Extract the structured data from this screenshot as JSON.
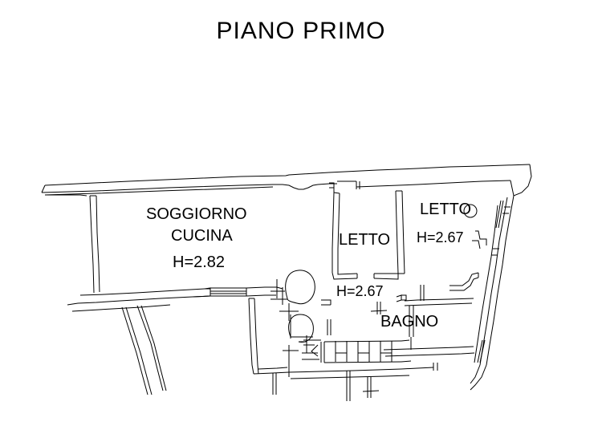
{
  "document": {
    "title": "PIANO PRIMO",
    "type": "floor-plan",
    "background_color": "#ffffff",
    "line_color": "#000000"
  },
  "rooms": [
    {
      "id": "soggiorno-cucina",
      "name_line1": "SOGGIORNO",
      "name_line2": "CUCINA",
      "height_label": "H=2.82"
    },
    {
      "id": "letto-small",
      "name_line1": "LETTO",
      "height_label": "H=2.67"
    },
    {
      "id": "letto-large",
      "name_line1": "LETTO",
      "height_label": "H=2.67"
    },
    {
      "id": "bagno",
      "name_line1": "BAGNO",
      "height_label": ""
    }
  ],
  "labels": {
    "soggiorno": "SOGGIORNO",
    "cucina": "CUCINA",
    "h_soggiorno": "H=2.82",
    "letto_small": "LETTO",
    "h_letto_small": "H=2.67",
    "letto_large": "LETTO",
    "h_letto_large": "H=2.67",
    "bagno": "BAGNO"
  }
}
